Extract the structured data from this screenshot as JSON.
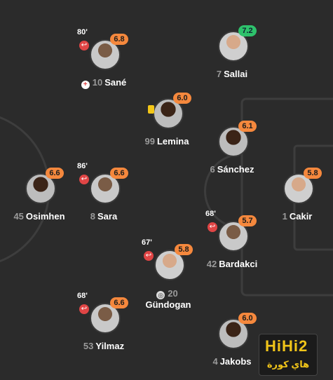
{
  "players": [
    {
      "id": "sane",
      "minute": "80'",
      "rating": "6.8",
      "number": "10",
      "name": "Sané",
      "event": "injury"
    },
    {
      "id": "sallai",
      "minute": "",
      "rating": "7.2",
      "number": "7",
      "name": "Sallai",
      "event": "",
      "rating_color": "green"
    },
    {
      "id": "lemina",
      "minute": "",
      "rating": "6.0",
      "number": "99",
      "name": "Lemina",
      "event": "yellow-card"
    },
    {
      "id": "sanchez",
      "minute": "",
      "rating": "6.1",
      "number": "6",
      "name": "Sánchez",
      "event": ""
    },
    {
      "id": "osimhen",
      "minute": "",
      "rating": "6.6",
      "number": "45",
      "name": "Osimhen",
      "event": ""
    },
    {
      "id": "sara",
      "minute": "86'",
      "rating": "6.6",
      "number": "8",
      "name": "Sara",
      "event": ""
    },
    {
      "id": "cakir",
      "minute": "",
      "rating": "5.8",
      "number": "1",
      "name": "Cakir",
      "event": ""
    },
    {
      "id": "bardakci",
      "minute": "68'",
      "rating": "5.7",
      "number": "42",
      "name": "Bardakci",
      "event": ""
    },
    {
      "id": "gundogan",
      "minute": "67'",
      "rating": "5.8",
      "number": "20",
      "name": "Gündogan",
      "event": "goal"
    },
    {
      "id": "yilmaz",
      "minute": "68'",
      "rating": "6.6",
      "number": "53",
      "name": "Yilmaz",
      "event": ""
    },
    {
      "id": "jakobs",
      "minute": "",
      "rating": "6.0",
      "number": "4",
      "name": "Jakobs",
      "event": ""
    }
  ],
  "watermark": {
    "main": "HiHi2",
    "arabic": "هاي كورة"
  },
  "colors": {
    "background": "#2b2b2b",
    "rating_orange": "#f5883d",
    "rating_green": "#2ec26b",
    "substitution_red": "#e04545"
  }
}
